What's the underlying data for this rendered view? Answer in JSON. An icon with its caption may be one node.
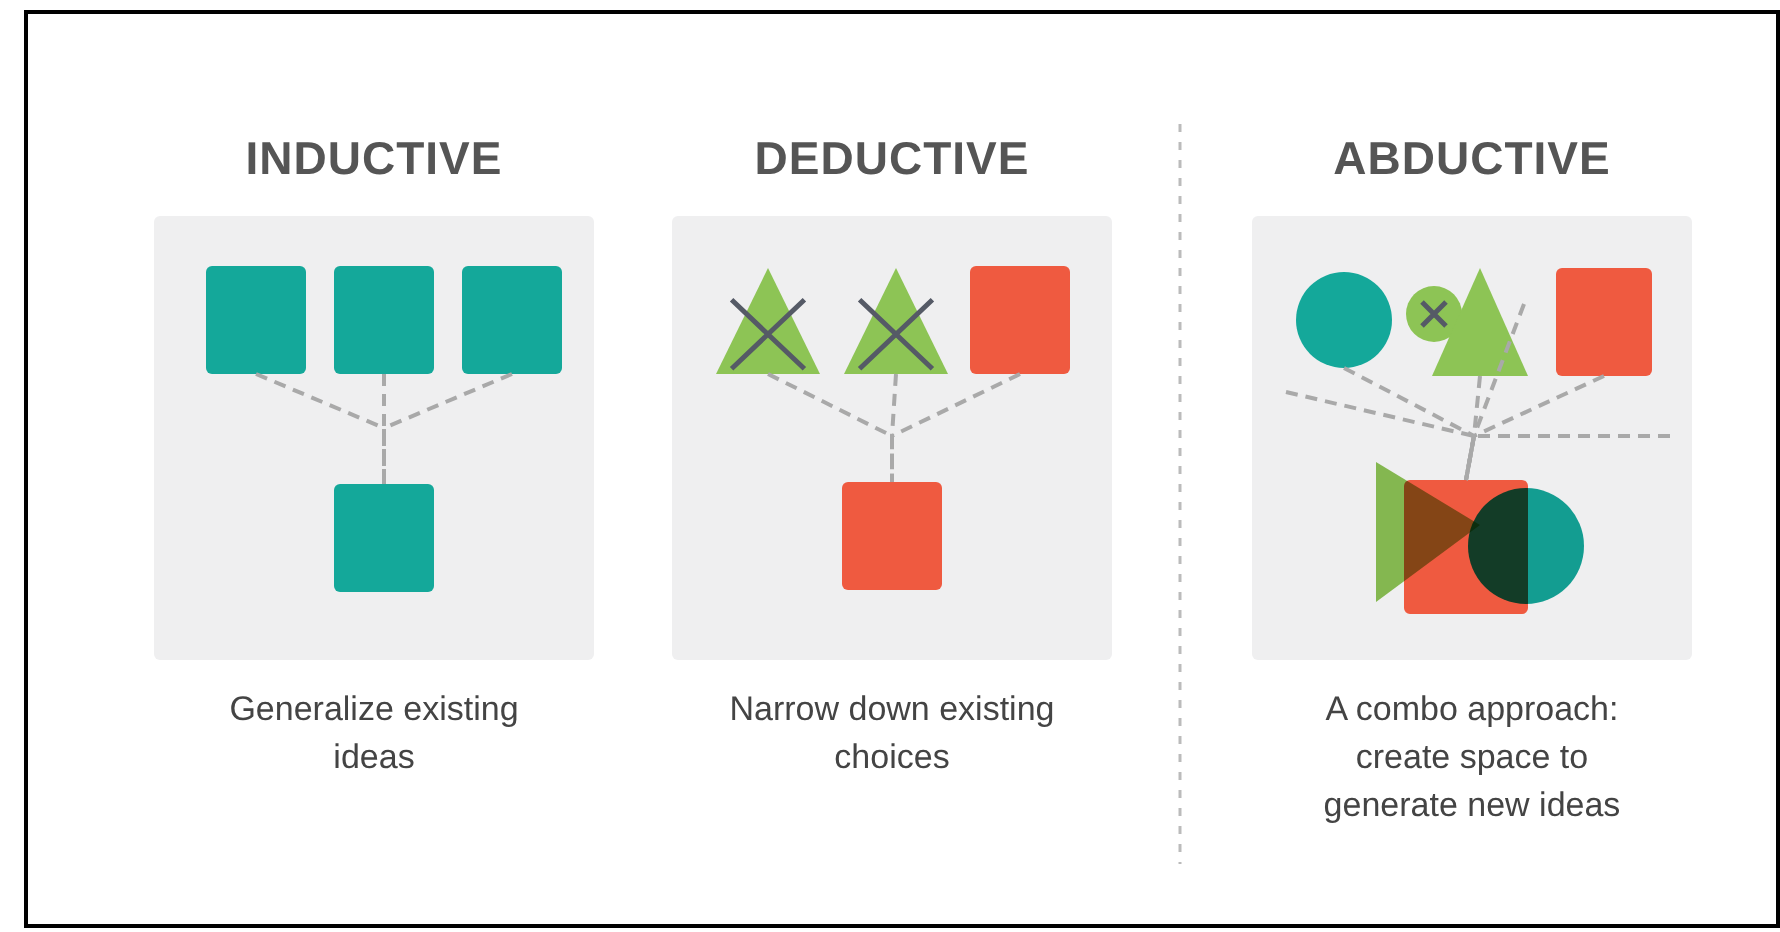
{
  "diagram": {
    "nodes": [
      {
        "text": [
          "INDUCTIVE"
        ],
        "beside": [
          "Generalize existing ideas"
        ]
      },
      {
        "text": [],
        "shape": "box",
        "in": 0
      },
      {
        "text": [],
        "shape": "box",
        "in": 0
      },
      {
        "text": [],
        "shape": "box",
        "in": 0
      },
      {
        "text": [],
        "shape": "box",
        "in": 0
      },
      {
        "text": [
          "DEDUCTIVE"
        ],
        "beside": [
          "Narrow down existing choices"
        ]
      },
      {
        "text": [],
        "shape": "triangle",
        "in": 5
      },
      {
        "text": [],
        "shape": "triangle",
        "in": 5
      },
      {
        "text": [],
        "shape": "box",
        "in": 5
      },
      {
        "text": [],
        "shape": "box",
        "in": 5
      },
      {
        "text": [
          "ABDUCTIVE"
        ],
        "beside": [
          "A combo approach: create space to generate new ideas"
        ]
      },
      {
        "text": [],
        "shape": "circle",
        "in": 10
      },
      {
        "text": [],
        "shape": "circle",
        "in": 10
      },
      {
        "text": [],
        "shape": "triangle",
        "in": 10
      },
      {
        "text": [],
        "shape": "box",
        "in": 10
      },
      {
        "text": [],
        "shape": "triangle",
        "in": 10
      },
      {
        "text": [],
        "shape": "box",
        "in": 10
      },
      {
        "text": [],
        "shape": "circle",
        "in": 10
      }
    ],
    "edges": [
      {
        "from": 1,
        "to": 4,
        "arrow": "none",
        "style": "dashed"
      },
      {
        "from": 2,
        "to": 4,
        "arrow": "none",
        "style": "dashed"
      },
      {
        "from": 3,
        "to": 4,
        "arrow": "none",
        "style": "dashed"
      },
      {
        "from": 6,
        "to": 9,
        "arrow": "none",
        "style": "dashed"
      },
      {
        "from": 7,
        "to": 9,
        "arrow": "none",
        "style": "dashed"
      },
      {
        "from": 8,
        "to": 9,
        "arrow": "none",
        "style": "dashed"
      },
      {
        "from": null,
        "to": 16,
        "arrow": "none",
        "style": "dashed"
      },
      {
        "from": 11,
        "to": 16,
        "arrow": "none",
        "style": "dashed"
      },
      {
        "from": 13,
        "to": 16,
        "arrow": "none",
        "style": "dashed"
      },
      {
        "from": null,
        "to": 16,
        "arrow": "none",
        "style": "dashed"
      },
      {
        "from": 14,
        "to": 16,
        "arrow": "none",
        "style": "dashed"
      },
      {
        "from": null,
        "to": 16,
        "arrow": "none",
        "style": "dashed"
      }
    ]
  }
}
